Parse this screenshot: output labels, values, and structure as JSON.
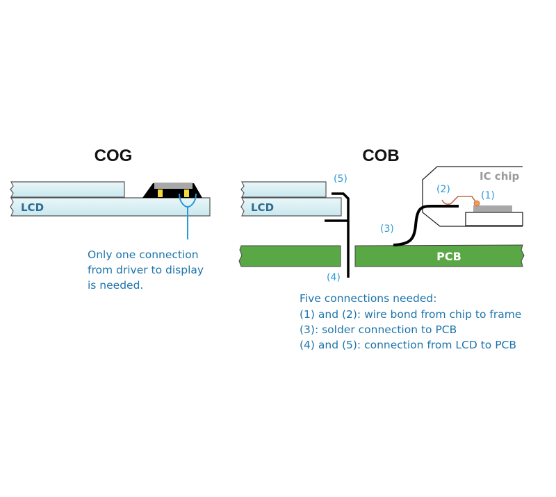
{
  "cog": {
    "title": "COG",
    "lcd_label": "LCD",
    "note_lines": [
      "Only one connection",
      "from driver to display",
      "is needed."
    ]
  },
  "cob": {
    "title": "COB",
    "lcd_label": "LCD",
    "pcb_label": "PCB",
    "ic_label": "IC chip",
    "callouts": [
      "(1)",
      "(2)",
      "(3)",
      "(4)",
      "(5)"
    ],
    "note_lines": [
      "Five connections needed:",
      "(1) and (2): wire bond from chip to frame",
      "(3): solder connection to PCB",
      "(4) and (5): connection from LCD to PCB"
    ]
  },
  "colors": {
    "glass_fill": "#d6eef2",
    "glass_stroke": "#555555",
    "pcb_fill": "#5aa745",
    "lead_black": "#000000",
    "bump_yellow": "#f5d93a",
    "chip_gray": "#a8a8a8",
    "wire_copper": "#c46a4a",
    "ball_orange": "#f39a52",
    "callout_blue": "#2a9ad6",
    "note_blue": "#1d74ab"
  }
}
